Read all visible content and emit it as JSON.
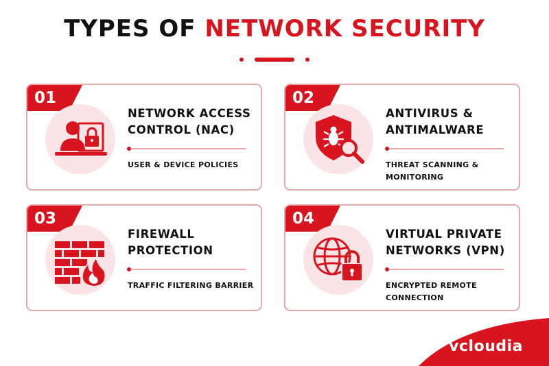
{
  "header": {
    "title_part1": "TYPES OF",
    "title_part2": "NETWORK SECURITY"
  },
  "colors": {
    "accent": "#d8141f",
    "circle_bg": "#fbe4e5",
    "border": "#e6a8ab"
  },
  "cards": [
    {
      "number": "01",
      "title": "NETWORK ACCESS\nCONTROL (NAC)",
      "subtitle": "USER & DEVICE POLICIES",
      "icon": "user-lock-icon"
    },
    {
      "number": "02",
      "title": "ANTIVIRUS &\nANTIMALWARE",
      "subtitle": "THREAT SCANNING &\nMONITORING",
      "icon": "shield-bug-icon"
    },
    {
      "number": "03",
      "title": "FIREWALL\nPROTECTION",
      "subtitle": "TRAFFIC FILTERING BARRIER",
      "icon": "firewall-icon"
    },
    {
      "number": "04",
      "title": "VIRTUAL PRIVATE\nNETWORKS (VPN)",
      "subtitle": "ENCRYPTED REMOTE\nCONNECTION",
      "icon": "globe-lock-icon"
    }
  ],
  "brand": {
    "logo_text": "vcloudia"
  }
}
